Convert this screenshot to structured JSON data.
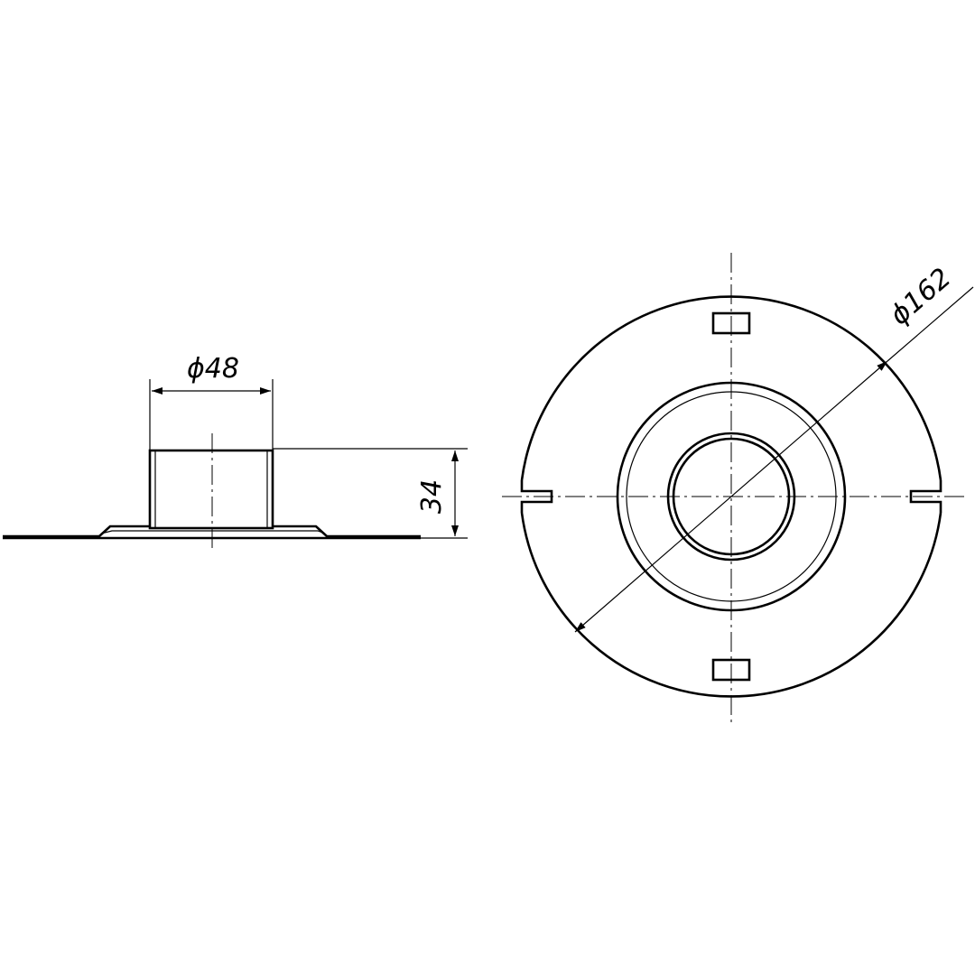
{
  "colors": {
    "line": "#000000",
    "background": "#ffffff"
  },
  "dimensions": {
    "boss_diameter": "ϕ48",
    "boss_height": "34",
    "flange_diameter": "ϕ162"
  }
}
